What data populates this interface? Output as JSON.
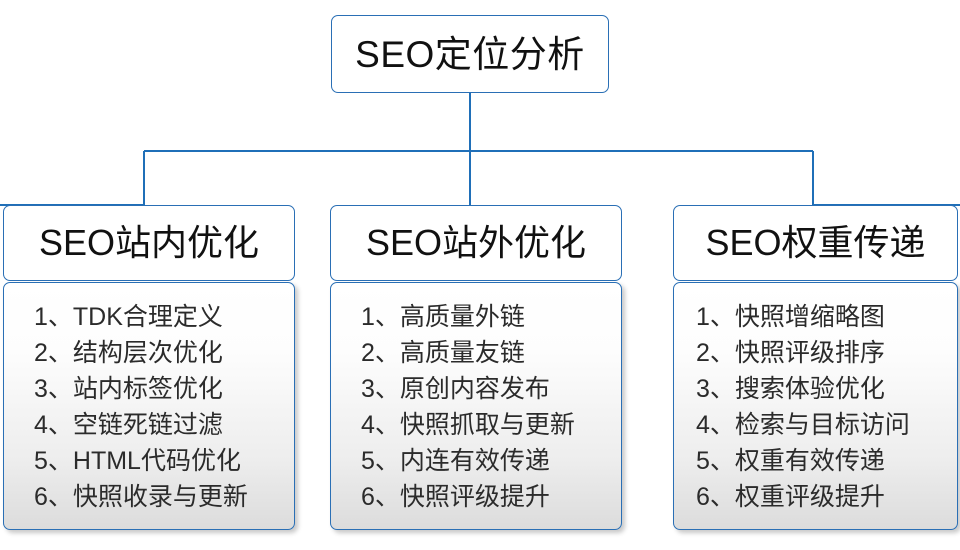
{
  "diagram": {
    "type": "org-chart",
    "root": {
      "label": "SEO定位分析"
    },
    "colors": {
      "border": "#2a6fb5",
      "connector": "#1f6fb8",
      "text": "#111111",
      "item_text": "#2b2b2b",
      "panel_top": "#ffffff",
      "panel_bottom": "#dcdcdc"
    },
    "branches": [
      {
        "header": "SEO站内优化",
        "items": [
          "1、TDK合理定义",
          "2、结构层次优化",
          "3、站内标签优化",
          "4、空链死链过滤",
          "5、HTML代码优化",
          "6、快照收录与更新"
        ]
      },
      {
        "header": "SEO站外优化",
        "items": [
          "1、高质量外链",
          "2、高质量友链",
          "3、原创内容发布",
          "4、快照抓取与更新",
          "5、内连有效传递",
          "6、快照评级提升"
        ]
      },
      {
        "header": "SEO权重传递",
        "items": [
          "1、快照增缩略图",
          "2、快照评级排序",
          "3、搜索体验优化",
          "4、检索与目标访问",
          "5、权重有效传递",
          "6、权重评级提升"
        ]
      }
    ]
  }
}
